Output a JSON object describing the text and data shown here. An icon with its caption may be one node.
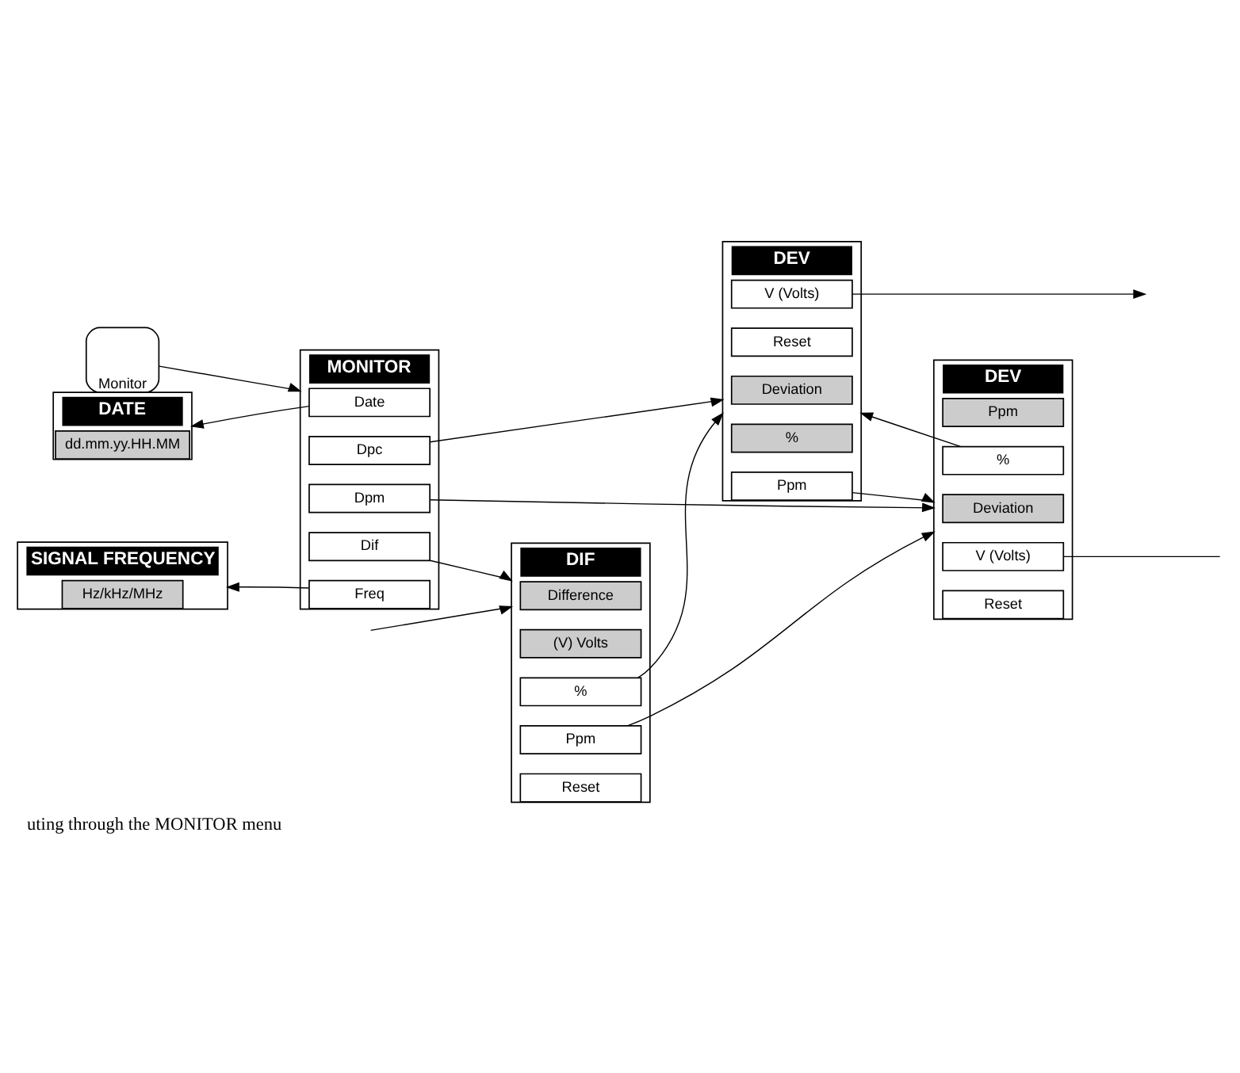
{
  "diagram": {
    "caption": "uting through the MONITOR menu",
    "nodes": [
      {
        "text": [
          "Monitor"
        ]
      },
      {
        "text": [
          "MONITOR"
        ]
      },
      {
        "text": [
          "Date"
        ],
        "in": 1
      },
      {
        "text": [
          "Dif"
        ],
        "in": 1
      },
      {
        "text": [
          "Dpc"
        ],
        "in": 1
      },
      {
        "text": [
          "Dpm"
        ],
        "in": 1
      },
      {
        "text": [
          "Freq"
        ],
        "in": 1
      },
      {
        "text": [
          "DATE"
        ]
      },
      {
        "text": [
          "dd.mm.yy.HH.MM"
        ],
        "in": 7
      },
      {
        "text": [
          "SIGNAL FREQUENCY"
        ]
      },
      {
        "text": [
          "Hz/kHz/MHz"
        ],
        "in": 9
      },
      {
        "text": [
          "DIF"
        ]
      },
      {
        "text": [
          "Difference"
        ],
        "in": 11
      },
      {
        "text": [
          "(V) Volts"
        ],
        "in": 11
      },
      {
        "text": [
          "%"
        ],
        "in": 11
      },
      {
        "text": [
          "Ppm"
        ],
        "in": 11
      },
      {
        "text": [
          "Reset"
        ],
        "in": 11
      },
      {
        "text": [
          "DEV"
        ]
      },
      {
        "text": [
          "Deviation"
        ],
        "in": 17
      },
      {
        "text": [
          "%"
        ],
        "in": 17
      },
      {
        "text": [
          "Ppm"
        ],
        "in": 17
      },
      {
        "text": [
          "V (Volts)"
        ],
        "in": 17
      },
      {
        "text": [
          "Reset"
        ],
        "in": 17
      },
      {
        "text": [
          "DEV"
        ]
      },
      {
        "text": [
          "Deviation"
        ],
        "in": 23
      },
      {
        "text": [
          "Ppm"
        ],
        "in": 23
      },
      {
        "text": [
          "%"
        ],
        "in": 23
      },
      {
        "text": [
          "V (Volts)"
        ],
        "in": 23
      },
      {
        "text": [
          "Reset"
        ],
        "in": 23
      }
    ],
    "edges": [
      {
        "from": 0,
        "to": 1,
        "arrow": "to"
      },
      {
        "from": 2,
        "to": 7,
        "arrow": "to"
      },
      {
        "from": 6,
        "to": 9,
        "arrow": "to"
      },
      {
        "from": 3,
        "to": 11,
        "arrow": "to"
      },
      {
        "from": 4,
        "to": 17,
        "arrow": "to"
      },
      {
        "from": 5,
        "to": 23,
        "arrow": "to"
      },
      {
        "from": null,
        "to": 11,
        "arrow": "to"
      },
      {
        "from": 14,
        "to": 17,
        "arrow": "to"
      },
      {
        "from": 15,
        "to": 23,
        "arrow": "to"
      },
      {
        "from": 20,
        "to": 23,
        "arrow": "to"
      },
      {
        "from": 26,
        "to": 17,
        "arrow": "to"
      },
      {
        "from": 21,
        "to": null,
        "arrow": "to"
      },
      {
        "from": 27,
        "to": null,
        "arrow": "none"
      }
    ]
  }
}
